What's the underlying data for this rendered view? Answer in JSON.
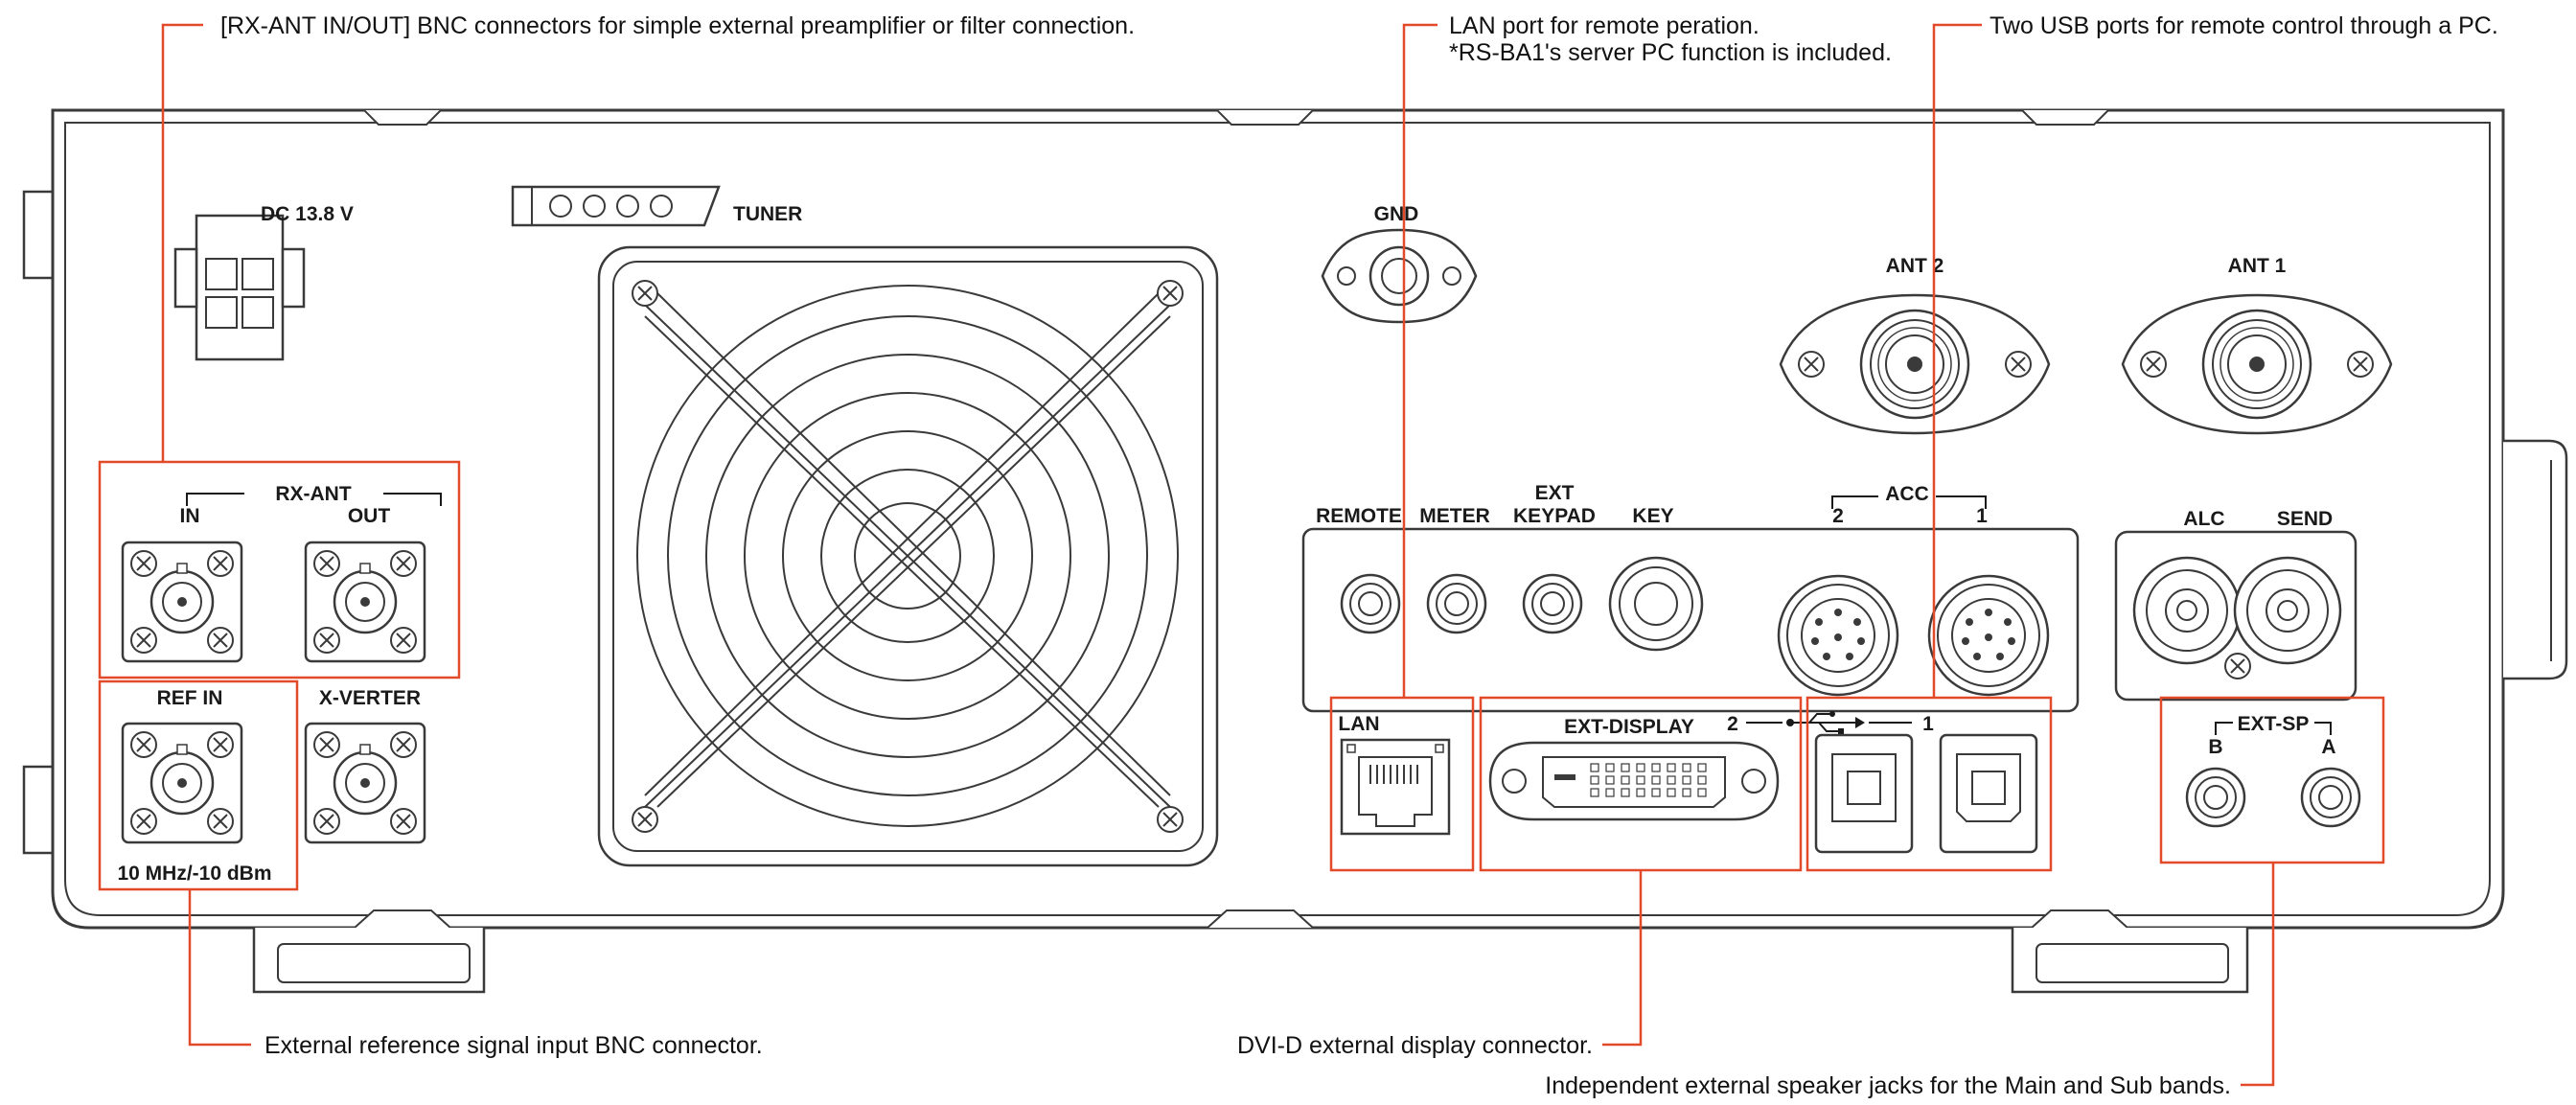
{
  "colors": {
    "callout_line": "#e34a2a",
    "outline": "#3a3a3a",
    "background": "#ffffff"
  },
  "callouts": {
    "rx_ant": "[RX-ANT IN/OUT] BNC connectors for simple external preamplifier or filter connection.",
    "lan_line1": "LAN port for remote peration.",
    "lan_line2": "*RS-BA1's server PC function is included.",
    "usb": "Two USB ports for remote control through a PC.",
    "ref_in": "External reference signal input BNC connector.",
    "dvi": "DVI-D external display connector.",
    "ext_sp": "Independent external speaker jacks for the Main and Sub bands."
  },
  "panel_labels": {
    "dc": "DC 13.8 V",
    "tuner": "TUNER",
    "gnd": "GND",
    "ant2": "ANT 2",
    "ant1": "ANT 1",
    "rx_ant": "RX-ANT",
    "rx_in": "IN",
    "rx_out": "OUT",
    "ref_in": "REF IN",
    "ref_spec": "10 MHz/-10 dBm",
    "xverter": "X-VERTER",
    "remote": "REMOTE",
    "meter": "METER",
    "ext_keypad_1": "EXT",
    "ext_keypad_2": "KEYPAD",
    "key": "KEY",
    "acc": "ACC",
    "acc_2": "2",
    "acc_1": "1",
    "alc": "ALC",
    "send": "SEND",
    "lan": "LAN",
    "ext_display": "EXT-DISPLAY",
    "usb_2": "2",
    "usb_1": "1",
    "ext_sp": "EXT-SP",
    "sp_b": "B",
    "sp_a": "A"
  },
  "icons": [
    "usb-symbol-icon",
    "ethernet-port-icon",
    "dvi-connector-icon",
    "fan-grille-icon"
  ]
}
